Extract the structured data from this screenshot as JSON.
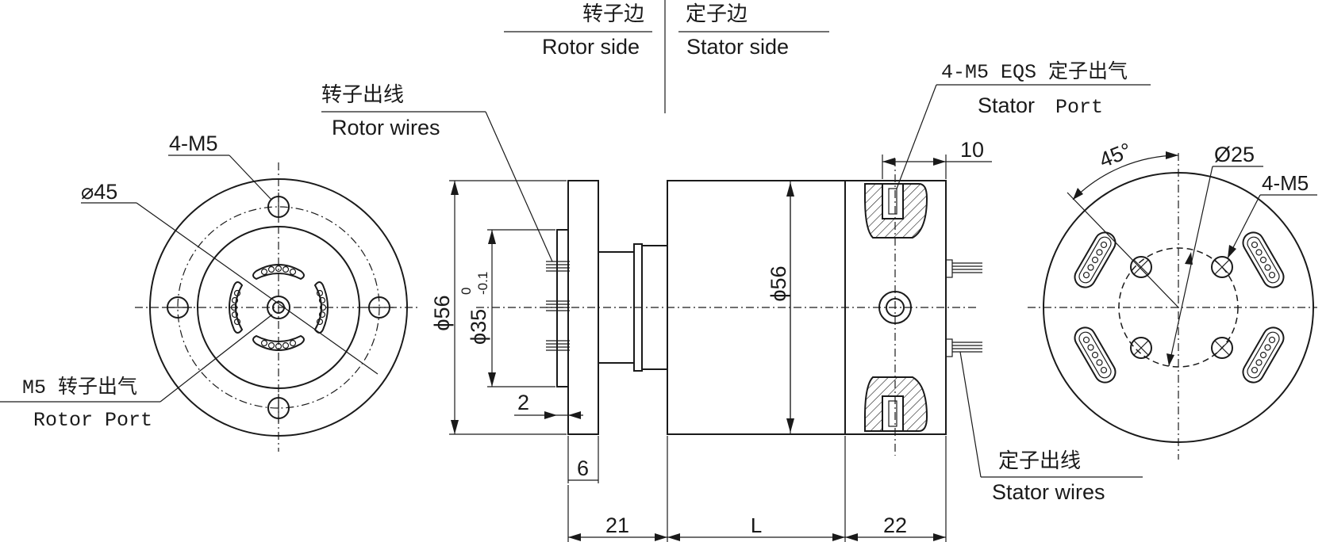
{
  "header": {
    "rotor_side_cn": "转子边",
    "rotor_side_en": "Rotor side",
    "stator_side_cn": "定子边",
    "stator_side_en": "Stator side"
  },
  "left_view": {
    "bolt_label": "4-M5",
    "pcd_label": "⌀45",
    "rotor_port_cn": "M5 转子出气",
    "rotor_port_en": "Rotor Port"
  },
  "side_view": {
    "rotor_wires_cn": "转子出线",
    "rotor_wires_en": "Rotor wires",
    "stator_port_cn": "4-M5 EQS 定子出气",
    "stator_port_en_a": "Stator",
    "stator_port_en_b": "Port",
    "stator_wires_cn": "定子出线",
    "stator_wires_en": "Stator wires",
    "dia_flange": "ϕ56",
    "dia_shaft": "ϕ35",
    "tol_upper": "0",
    "tol_lower": "-0.1",
    "dia_body": "ϕ56",
    "dim_10": "10",
    "dim_2": "2",
    "dim_6": "6",
    "dim_21": "21",
    "dim_L": "L",
    "dim_22": "22"
  },
  "right_view": {
    "angle_label": "45°",
    "dia_label": "Ø25",
    "bolt_label": "4-M5"
  }
}
